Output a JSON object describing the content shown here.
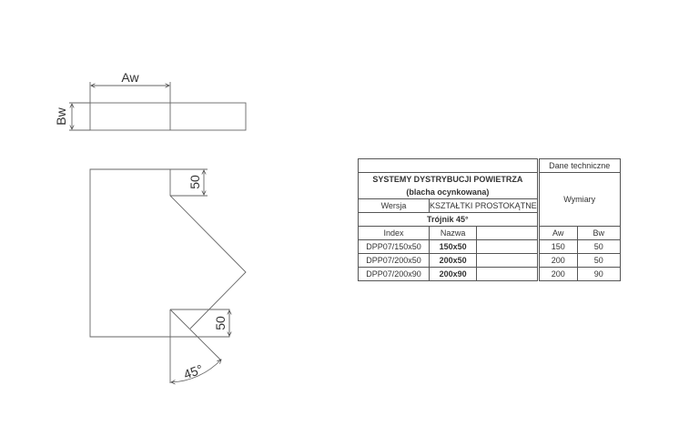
{
  "drawing": {
    "labels": {
      "aw": "Aw",
      "bw": "Bw",
      "dim_top": "50",
      "dim_bottom": "50",
      "angle": "45°"
    }
  },
  "table": {
    "tech_header": "Dane techniczne",
    "title_line1": "SYSTEMY DYSTRYBUCJI POWIETRZA",
    "title_line2": "(blacha ocynkowana)",
    "version_label": "Wersja",
    "version_value": "KSZTAŁTKI PROSTOKĄTNE",
    "product": "Trójnik 45°",
    "dimensions_header": "Wymiary",
    "columns": [
      "Index",
      "Nazwa",
      "",
      "Aw",
      "Bw"
    ],
    "rows": [
      {
        "index": "DPP07/150x50",
        "name": "150x50",
        "aw": "150",
        "bw": "50"
      },
      {
        "index": "DPP07/200x50",
        "name": "200x50",
        "aw": "200",
        "bw": "50"
      },
      {
        "index": "DPP07/200x90",
        "name": "200x90",
        "aw": "200",
        "bw": "90"
      }
    ]
  }
}
